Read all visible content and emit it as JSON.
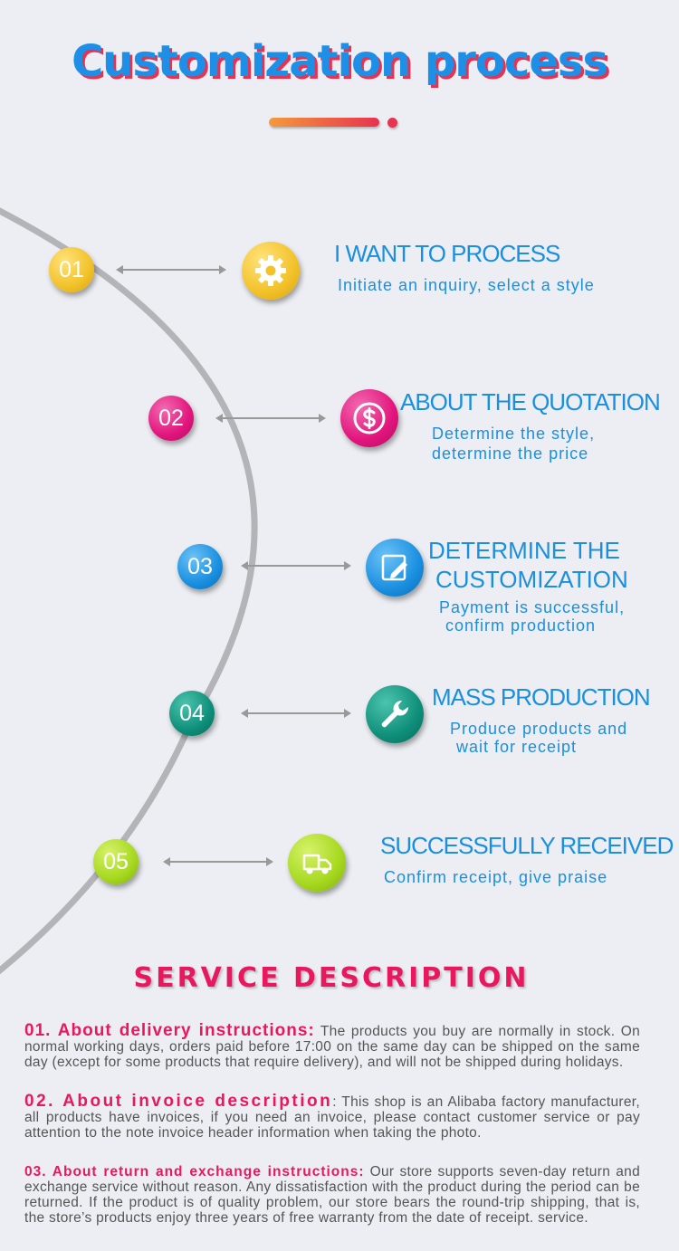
{
  "header": {
    "title": "Customization process"
  },
  "steps": [
    {
      "number": "01",
      "title": "I WANT TO PROCESS",
      "description": "Initiate an inquiry, select a style",
      "icon": "gear-icon",
      "color": "#f2c22a"
    },
    {
      "number": "02",
      "title": "ABOUT THE QUOTATION",
      "description_lines": [
        "Determine the style,",
        "determine the price"
      ],
      "icon": "dollar-icon",
      "color": "#e2157d"
    },
    {
      "number": "03",
      "title_lines": [
        "DETERMINE THE",
        "CUSTOMIZATION"
      ],
      "description_lines": [
        "Payment is successful,",
        "confirm production"
      ],
      "icon": "edit-icon",
      "color": "#1a8fe0"
    },
    {
      "number": "04",
      "title": "MASS PRODUCTION",
      "description_lines": [
        "Produce products and",
        "wait for receipt"
      ],
      "icon": "wrench-icon",
      "color": "#0f8f7a"
    },
    {
      "number": "05",
      "title": "SUCCESSFULLY RECEIVED",
      "description": "Confirm receipt, give praise",
      "icon": "truck-icon",
      "color": "#a6d81f"
    }
  ],
  "service": {
    "heading": "SERVICE DESCRIPTION",
    "items": [
      {
        "label": "01. About delivery instructions:",
        "text": " The products you buy are normally in stock. On normal working days, orders paid before 17:00 on the same day can be shipped on the same day (except for some products that require delivery), and will not be shipped during holidays."
      },
      {
        "label": "02. About invoice description",
        "text": ": This shop is an Alibaba factory manufacturer, all products have invoices, if you need an invoice, please contact customer service or pay attention to the note invoice header information when taking the photo."
      },
      {
        "label": "03. About return and exchange instructions:",
        "text": " Our store supports seven-day return and exchange service without reason. Any dissatisfaction with the product during the period can be returned. If the product is of quality problem, our store bears the round-trip shipping, that is, the store’s products enjoy three years of free warranty from the date of receipt. service."
      }
    ]
  },
  "colors": {
    "title_blue": "#1e8fe6",
    "title_shadow_red": "#e8324f",
    "step_text_blue": "#1a8fe0",
    "service_pink": "#e8185f"
  }
}
